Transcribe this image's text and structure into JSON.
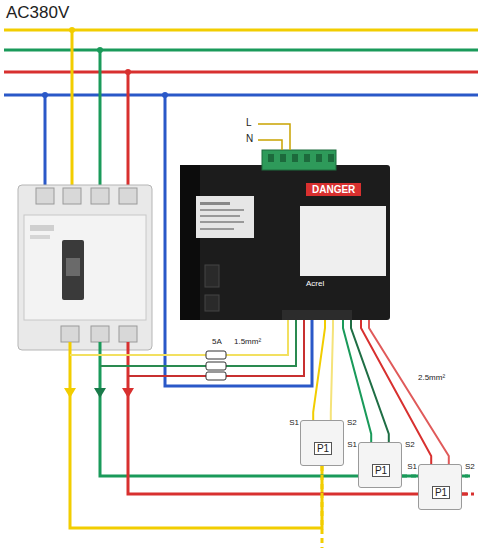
{
  "diagram": {
    "nodes": [
      {
        "text": [
          "DANGER",
          "Acrel"
        ]
      },
      {
        "text": [
          "S1",
          "S2",
          "P1"
        ]
      },
      {
        "text": [
          "S1",
          "S2",
          "P1"
        ]
      },
      {
        "text": [
          "S1",
          "S2",
          "P1"
        ]
      }
    ],
    "edges": [
      {
        "from": 0,
        "to": 1,
        "arrow": "none"
      },
      {
        "from": 0,
        "to": 1,
        "arrow": "none"
      },
      {
        "from": 0,
        "to": 2,
        "arrow": "none"
      },
      {
        "from": 0,
        "to": 2,
        "arrow": "none"
      },
      {
        "from": 0,
        "to": 3,
        "arrow": "none"
      },
      {
        "from": 0,
        "to": 3,
        "arrow": "none"
      }
    ],
    "labels": [
      "AC380V",
      "L",
      "N",
      "5A",
      "1.5mm²",
      "2.5mm²"
    ]
  }
}
